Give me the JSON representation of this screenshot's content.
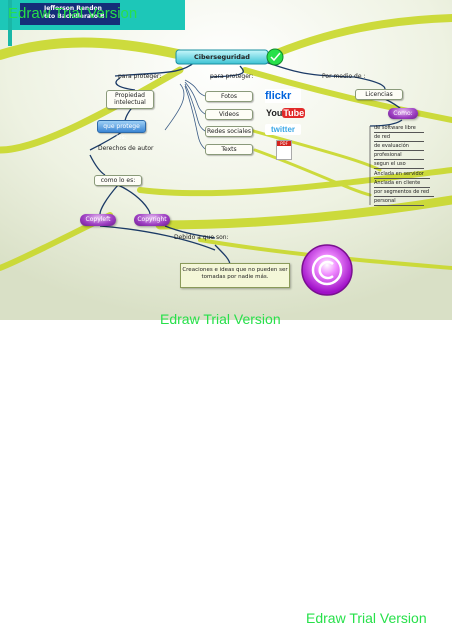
{
  "watermark": {
    "text": "Edraw Trial Version"
  },
  "header": {
    "name": "Jefferson Rendon",
    "grade": "6to Bachillerato B"
  },
  "map": {
    "root": "Ciberseguridad",
    "edge_left": "para proteger:",
    "edge_center": "para proteger:",
    "edge_right": "Por medio de :",
    "protect_items": [
      "Fotos",
      "Videos",
      "Redes sociales",
      "Texts"
    ],
    "ip_node": "Propiedad intelectual",
    "ip_question": "que protege los:",
    "copyright_edge": "Derechos de autor",
    "como_edge": "como lo es:",
    "copyleft": "Copyleft",
    "copyright": "Copyright",
    "debido_edge": "Debido a que son:",
    "definition": "Creaciones e ideas que no pueden ser tomadas por nadie más.",
    "licencias": "Licencias",
    "como_node": "Como:",
    "license_items": [
      "de software libre",
      "de red",
      "de evaluación",
      "profesional",
      "segun el uso",
      "Anclada en servidor",
      "Anclada en cliente",
      "por segmentos de red",
      "personal"
    ],
    "logos": {
      "flickr": "flickr",
      "youtube_you": "You",
      "youtube_tube": "Tube",
      "twitter": "twitter",
      "pdf": "PDF"
    }
  },
  "colors": {
    "accent_green": "#27e04a",
    "branch_yellow": "#c9d82a",
    "root_cyan": "#7fe0e8",
    "navy_line": "#1b3a66",
    "purple": "#9b3cc0"
  }
}
